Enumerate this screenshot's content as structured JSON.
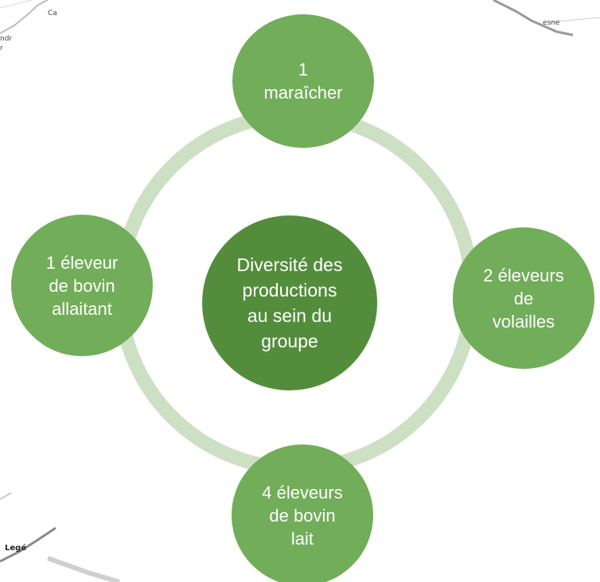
{
  "diagram": {
    "center_label": "Diversité des\nproductions\nau sein du\ngroupe",
    "nodes": {
      "top": "1\nmaraîcher",
      "right": "2 éleveurs\nde\nvolailles",
      "bottom": "4 éleveurs\nde bovin\nlait",
      "left": "1 éleveur\nde bovin\nallaitant"
    }
  },
  "background_map": {
    "labels": {
      "top_left_a": "Ca",
      "top_left_b": "ndr",
      "top_left_c": "r",
      "top_right": "esne",
      "bottom_left": "Legé"
    }
  },
  "colors": {
    "node": "#72ad5a",
    "center": "#538d3c",
    "ring": "#cde0c4"
  }
}
